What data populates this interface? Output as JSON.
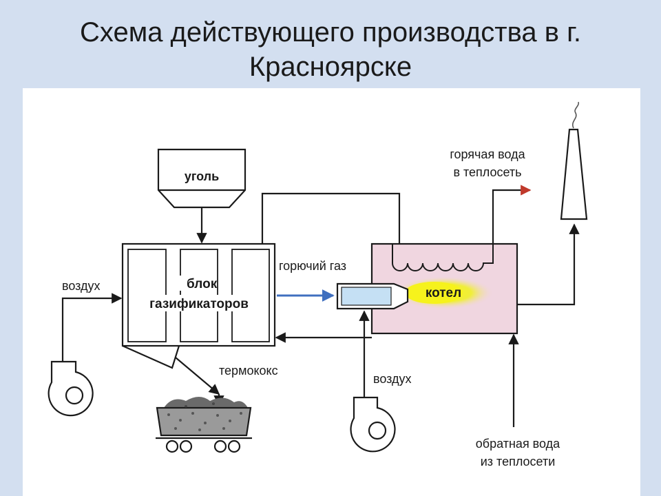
{
  "title": "Схема действующего производства в г. Красноярске",
  "labels": {
    "coal": "уголь",
    "gasifier_line1": "блок",
    "gasifier_line2": "газификаторов",
    "air_left": "воздух",
    "combustible_gas": "горючий газ",
    "boiler": "котел",
    "hot_water_line1": "горячая вода",
    "hot_water_line2": "в теплосеть",
    "thermocoke": "термококс",
    "air_bottom": "воздух",
    "return_water_line1": "обратная вода",
    "return_water_line2": "из теплосети"
  },
  "icons": {
    "blower": "fan-blower-icon",
    "chimney": "chimney-icon",
    "cart": "coke-cart-icon",
    "flame": "flame-icon"
  },
  "colors": {
    "background": "#d3dff0",
    "diagram_panel": "#ffffff",
    "boiler_fill": "#f0d6e0",
    "burner_fill": "#c5e0f4",
    "flame_core": "#f2ef1e",
    "gas_arrow": "#3f6fbf",
    "hot_water_arrow": "#c0392b"
  }
}
